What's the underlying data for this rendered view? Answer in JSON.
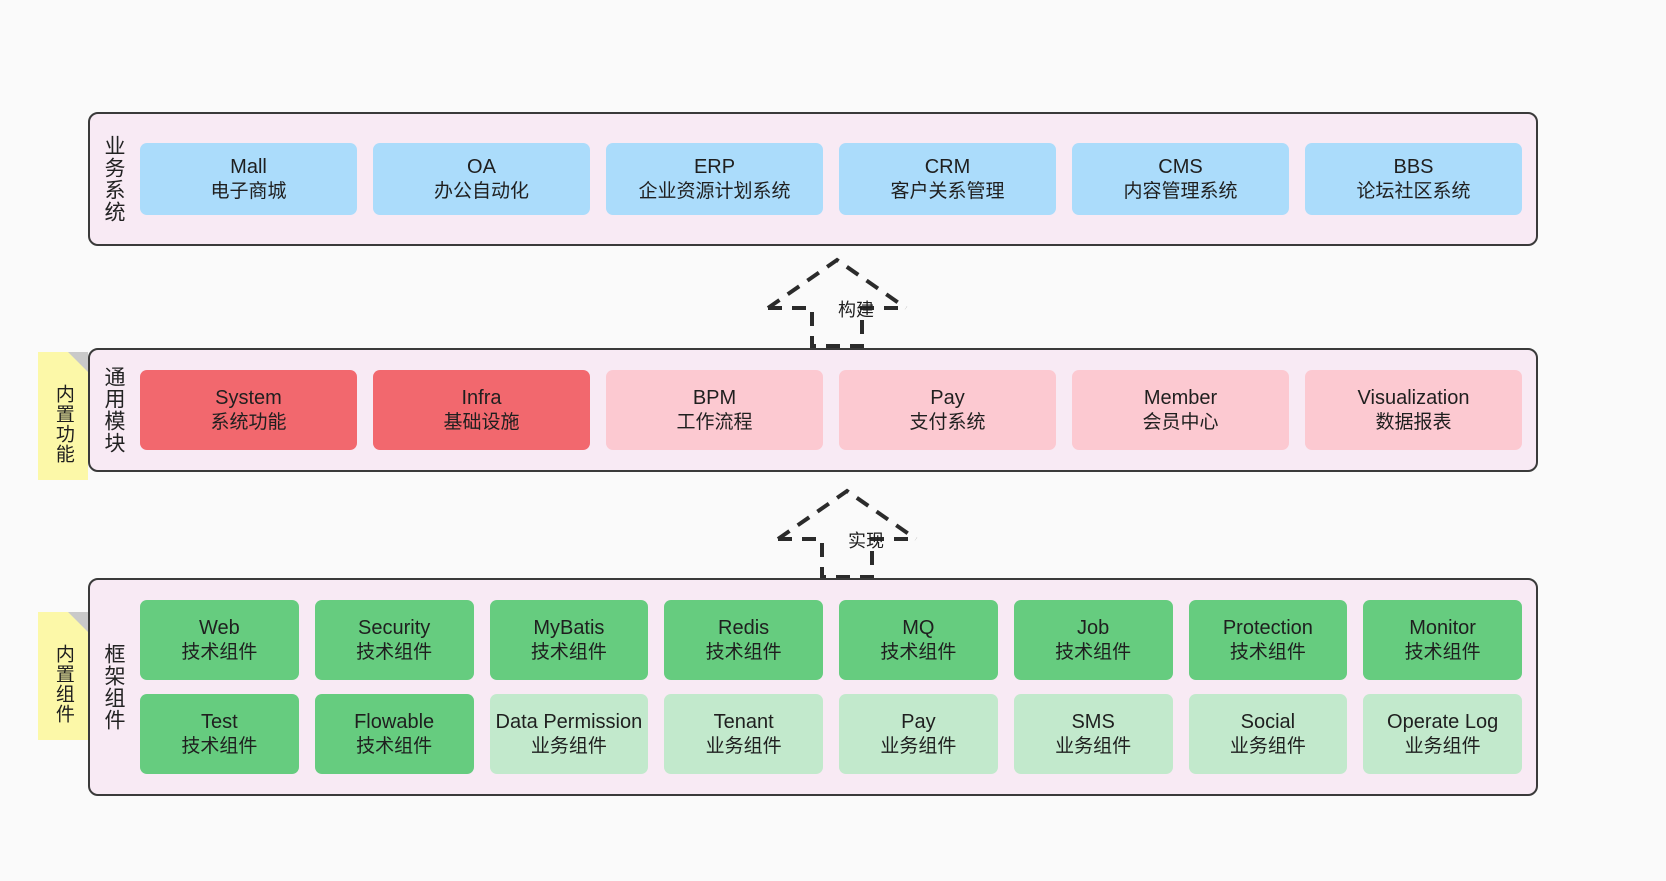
{
  "diagram": {
    "title": "",
    "background_color": "#fafafa",
    "band_fill": "#f8eaf4",
    "band_border": "#3a3a3a",
    "note_fill": "#fcf8a8"
  },
  "layers": [
    {
      "id": "business",
      "title": "业务系统",
      "cell_color": "#abdcfb",
      "rows": [
        {
          "cells": [
            {
              "en": "Mall",
              "cn": "电子商城",
              "color": "#abdcfb"
            },
            {
              "en": "OA",
              "cn": "办公自动化",
              "color": "#abdcfb"
            },
            {
              "en": "ERP",
              "cn": "企业资源计划系统",
              "color": "#abdcfb"
            },
            {
              "en": "CRM",
              "cn": "客户关系管理",
              "color": "#abdcfb"
            },
            {
              "en": "CMS",
              "cn": "内容管理系统",
              "color": "#abdcfb"
            },
            {
              "en": "BBS",
              "cn": "论坛社区系统",
              "color": "#abdcfb"
            }
          ]
        }
      ]
    },
    {
      "id": "common",
      "title": "通用模块",
      "note": "内置功能",
      "rows": [
        {
          "cells": [
            {
              "en": "System",
              "cn": "系统功能",
              "color": "#f2686e"
            },
            {
              "en": "Infra",
              "cn": "基础设施",
              "color": "#f2686e"
            },
            {
              "en": "BPM",
              "cn": "工作流程",
              "color": "#fcc9d1"
            },
            {
              "en": "Pay",
              "cn": "支付系统",
              "color": "#fcc9d1"
            },
            {
              "en": "Member",
              "cn": "会员中心",
              "color": "#fcc9d1"
            },
            {
              "en": "Visualization",
              "cn": "数据报表",
              "color": "#fcc9d1"
            }
          ]
        }
      ]
    },
    {
      "id": "framework",
      "title": "框架组件",
      "note": "内置组件",
      "rows": [
        {
          "cells": [
            {
              "en": "Web",
              "cn": "技术组件",
              "color": "#66cc7f"
            },
            {
              "en": "Security",
              "cn": "技术组件",
              "color": "#66cc7f"
            },
            {
              "en": "MyBatis",
              "cn": "技术组件",
              "color": "#66cc7f"
            },
            {
              "en": "Redis",
              "cn": "技术组件",
              "color": "#66cc7f"
            },
            {
              "en": "MQ",
              "cn": "技术组件",
              "color": "#66cc7f"
            },
            {
              "en": "Job",
              "cn": "技术组件",
              "color": "#66cc7f"
            },
            {
              "en": "Protection",
              "cn": "技术组件",
              "color": "#66cc7f"
            },
            {
              "en": "Monitor",
              "cn": "技术组件",
              "color": "#66cc7f"
            }
          ]
        },
        {
          "cells": [
            {
              "en": "Test",
              "cn": "技术组件",
              "color": "#66cc7f"
            },
            {
              "en": "Flowable",
              "cn": "技术组件",
              "color": "#66cc7f"
            },
            {
              "en": "Data Permission",
              "cn": "业务组件",
              "color": "#c2e9cc"
            },
            {
              "en": "Tenant",
              "cn": "业务组件",
              "color": "#c2e9cc"
            },
            {
              "en": "Pay",
              "cn": "业务组件",
              "color": "#c2e9cc"
            },
            {
              "en": "SMS",
              "cn": "业务组件",
              "color": "#c2e9cc"
            },
            {
              "en": "Social",
              "cn": "业务组件",
              "color": "#c2e9cc"
            },
            {
              "en": "Operate Log",
              "cn": "业务组件",
              "color": "#c2e9cc"
            }
          ]
        }
      ]
    }
  ],
  "connectors": [
    {
      "id": "build",
      "label": "构建",
      "style": "dashed-hollow-arrow-up"
    },
    {
      "id": "realize",
      "label": "实现",
      "style": "dashed-hollow-arrow-up"
    }
  ]
}
